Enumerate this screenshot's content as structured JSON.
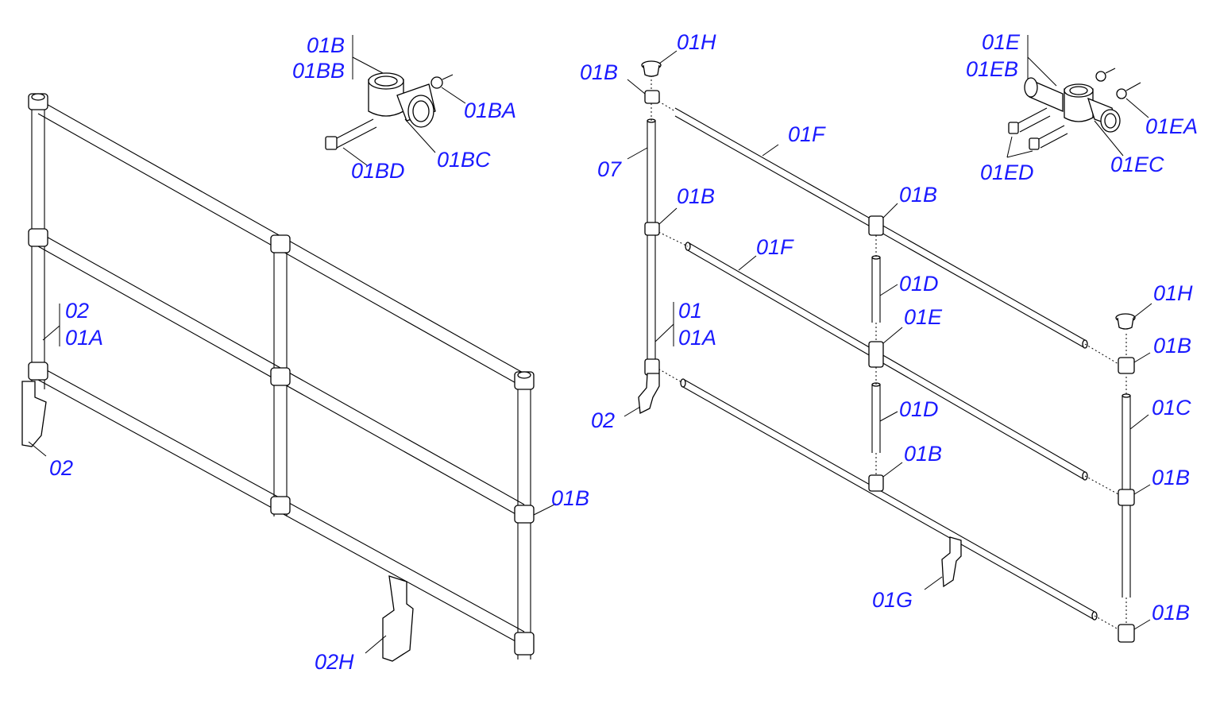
{
  "diagram": {
    "background": "#ffffff",
    "label_color": "#1a1aff",
    "line_color": "#000000",
    "assembled_view": {
      "labels": {
        "l_02_top": "02",
        "l_01A": "01A",
        "l_02_bottom": "02",
        "l_01B": "01B",
        "l_02H": "02H"
      }
    },
    "clamp_detail_01B": {
      "labels": {
        "l_01B": "01B",
        "l_01BB": "01BB",
        "l_01BA": "01BA",
        "l_01BC": "01BC",
        "l_01BD": "01BD"
      }
    },
    "exploded_view": {
      "labels": {
        "l_01H_a": "01H",
        "l_01B_a": "01B",
        "l_07": "07",
        "l_01F_a": "01F",
        "l_01B_b": "01B",
        "l_01B_c": "01B",
        "l_01F_b": "01F",
        "l_01D_a": "01D",
        "l_01E": "01E",
        "l_01": "01",
        "l_01A": "01A",
        "l_02": "02",
        "l_01D_b": "01D",
        "l_01B_d": "01B",
        "l_01G": "01G",
        "l_01H_b": "01H",
        "l_01B_e": "01B",
        "l_01C": "01C",
        "l_01B_f": "01B",
        "l_01B_g": "01B"
      }
    },
    "cross_clamp_detail_01E": {
      "labels": {
        "l_01E": "01E",
        "l_01EB": "01EB",
        "l_01EA": "01EA",
        "l_01ED": "01ED",
        "l_01EC": "01EC"
      }
    }
  }
}
